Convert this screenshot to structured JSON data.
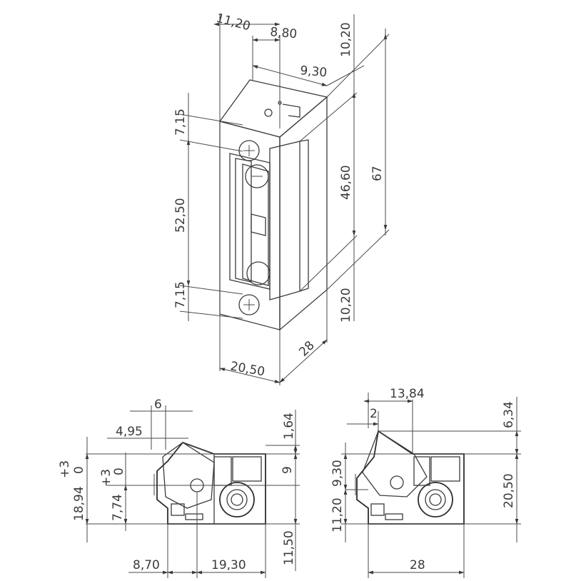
{
  "colors": {
    "line": "#3a3a3a",
    "background": "#ffffff",
    "body_shade": "#dcdcdc"
  },
  "views": {
    "front": {
      "name": "front-view",
      "dims": {
        "d_1120": "11,20",
        "d_880": "8,80",
        "d_1020_top": "10,20",
        "d_930": "9,30",
        "d_715_top": "7,15",
        "d_4660": "46,60",
        "d_67": "67",
        "d_5250": "52,50",
        "d_715_bottom": "7,15",
        "d_1020_bottom": "10,20",
        "d_28": "28",
        "d_2050": "20,50"
      }
    },
    "side_left": {
      "name": "side-view-left",
      "dims": {
        "d_6": "6",
        "d_495": "4,95",
        "d_164": "1,64",
        "d_plus3_a": "+3",
        "d_zero_a": "0",
        "d_plus3_b": "+3",
        "d_zero_b": "0",
        "d_9": "9",
        "d_1894": "18,94",
        "d_774": "7,74",
        "d_1150": "11,50",
        "d_870": "8,70",
        "d_1930": "19,30"
      }
    },
    "side_right": {
      "name": "side-view-right",
      "dims": {
        "d_1384": "13,84",
        "d_2": "2",
        "d_634": "6,34",
        "d_930": "9,30",
        "d_1120": "11,20",
        "d_2050": "20,50",
        "d_28": "28"
      }
    }
  }
}
